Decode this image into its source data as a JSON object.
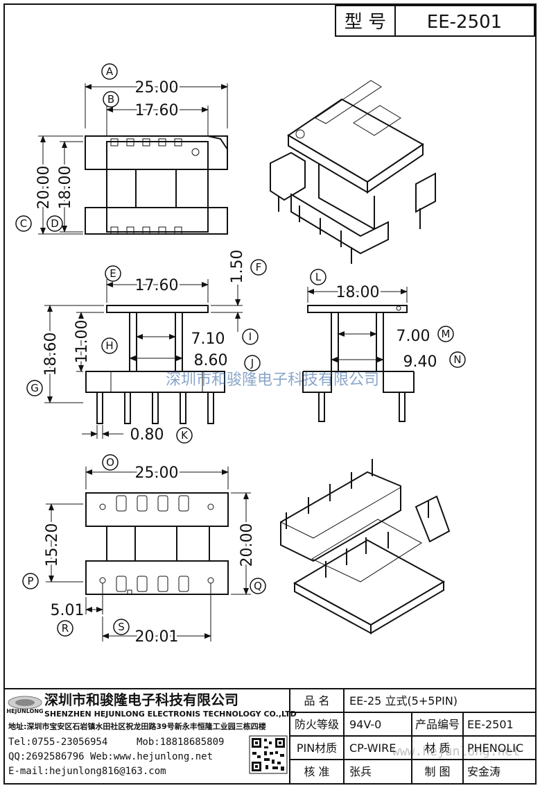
{
  "header": {
    "model_label": "型 号",
    "model_value": "EE-2501"
  },
  "top_view": {
    "dims": {
      "A": "25.00",
      "B": "17.60",
      "C": "20.00",
      "D": "18.00"
    },
    "labels": [
      "A",
      "B",
      "C",
      "D"
    ]
  },
  "front_view": {
    "dims": {
      "E": "17.60",
      "F": "1.50",
      "G": "18.60",
      "H": "11.00",
      "I": "7.10",
      "J": "8.60",
      "K": "0.80"
    },
    "labels": [
      "E",
      "F",
      "G",
      "H",
      "I",
      "J",
      "K"
    ]
  },
  "side_view": {
    "dims": {
      "L": "18.00",
      "M": "7.00",
      "N": "9.40"
    },
    "labels": [
      "L",
      "M",
      "N"
    ]
  },
  "bottom_view": {
    "dims": {
      "O": "25.00",
      "P": "15.20",
      "Q": "20.00",
      "R": "5.01",
      "S": "20.01"
    },
    "labels": [
      "O",
      "P",
      "Q",
      "R",
      "S"
    ]
  },
  "watermark": {
    "company": "深圳市和骏隆电子科技有限公司",
    "site": "www.hejunlong.net"
  },
  "title_block": {
    "logo_text": "HEJUNLONG",
    "company_cn": "深圳市和骏隆电子科技有限公司",
    "company_en": "SHENZHEN HEJUNLONG ELECTRONIS TECHNOLOGY CO.,LTD",
    "address": "地址:深圳市宝安区石岩镇水田社区祝龙田路39号新永丰恒隆工业园三栋四楼",
    "tel": "Tel:0755-23056954",
    "mob": "Mob:18818685809",
    "qq_web": "QQ:2692586796 Web:www.hejunlong.net",
    "email": "E-mail:hejunlong816@163.com",
    "rows": [
      {
        "label": "品  名",
        "value": "EE-25 立式(5+5PIN)"
      },
      {
        "label": "防火等级",
        "value": "94V-0",
        "label2": "产品编号",
        "value2": "EE-2501"
      },
      {
        "label": "PIN材质",
        "value": "CP-WIRE",
        "label2": "材  质",
        "value2": "PHENOLIC"
      },
      {
        "label": "核  准",
        "value": "张兵",
        "label2": "制  图",
        "value2": "安金涛"
      }
    ]
  }
}
